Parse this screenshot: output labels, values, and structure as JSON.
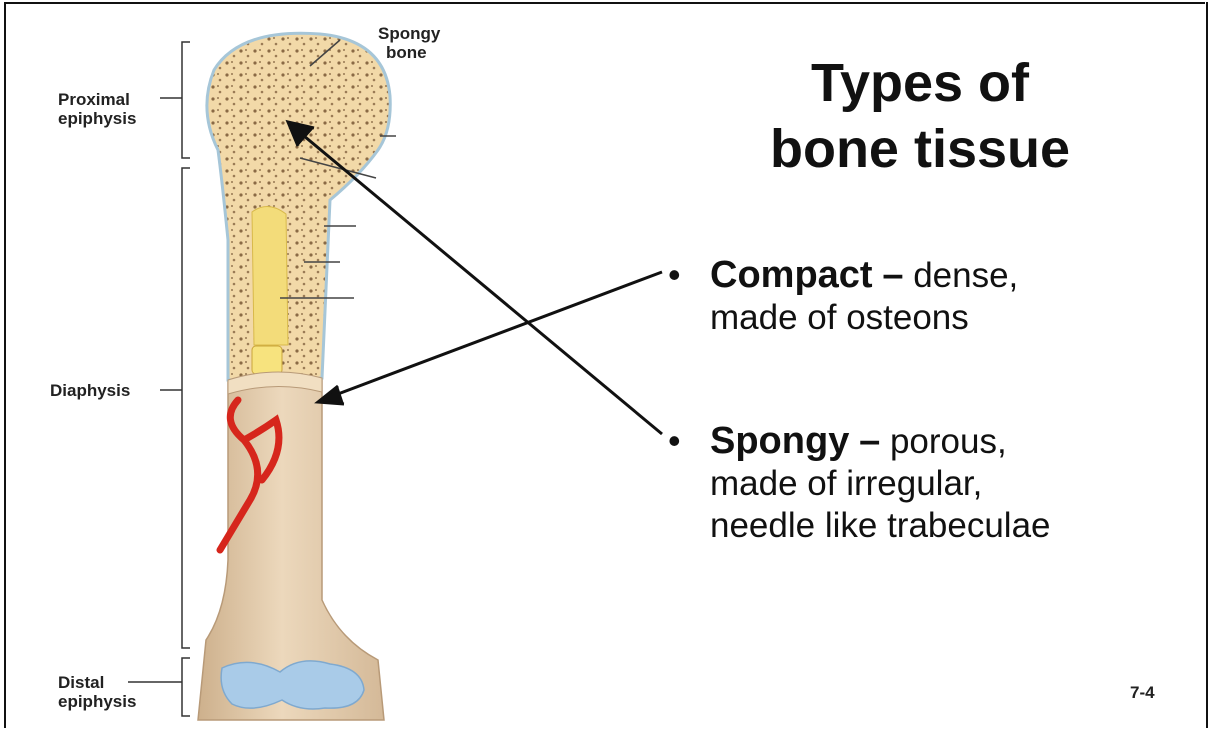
{
  "title": {
    "line1": "Types of",
    "line2": "bone tissue"
  },
  "bullets": [
    {
      "term": "Compact",
      "dash": "–",
      "line1_rest": "dense,",
      "line2": "made of osteons"
    },
    {
      "term": "Spongy",
      "dash": "–",
      "line1_rest": "porous,",
      "line2": "made of irregular,",
      "line3": "needle like trabeculae"
    }
  ],
  "labels": {
    "spongy_bone_1": "Spongy",
    "spongy_bone_2": "bone",
    "proximal_1": "Proximal",
    "proximal_2": "epiphysis",
    "diaphysis": "Diaphysis",
    "distal_1": "Distal",
    "distal_2": "epiphysis"
  },
  "slide_number": "7-4",
  "colors": {
    "bone_cap": "#f2d9a8",
    "bone_shaft": "#e6cfb0",
    "marrow": "#f3dc7a",
    "artery": "#d6261c",
    "cartilage": "#a9cbe8",
    "arrow": "#111111"
  }
}
